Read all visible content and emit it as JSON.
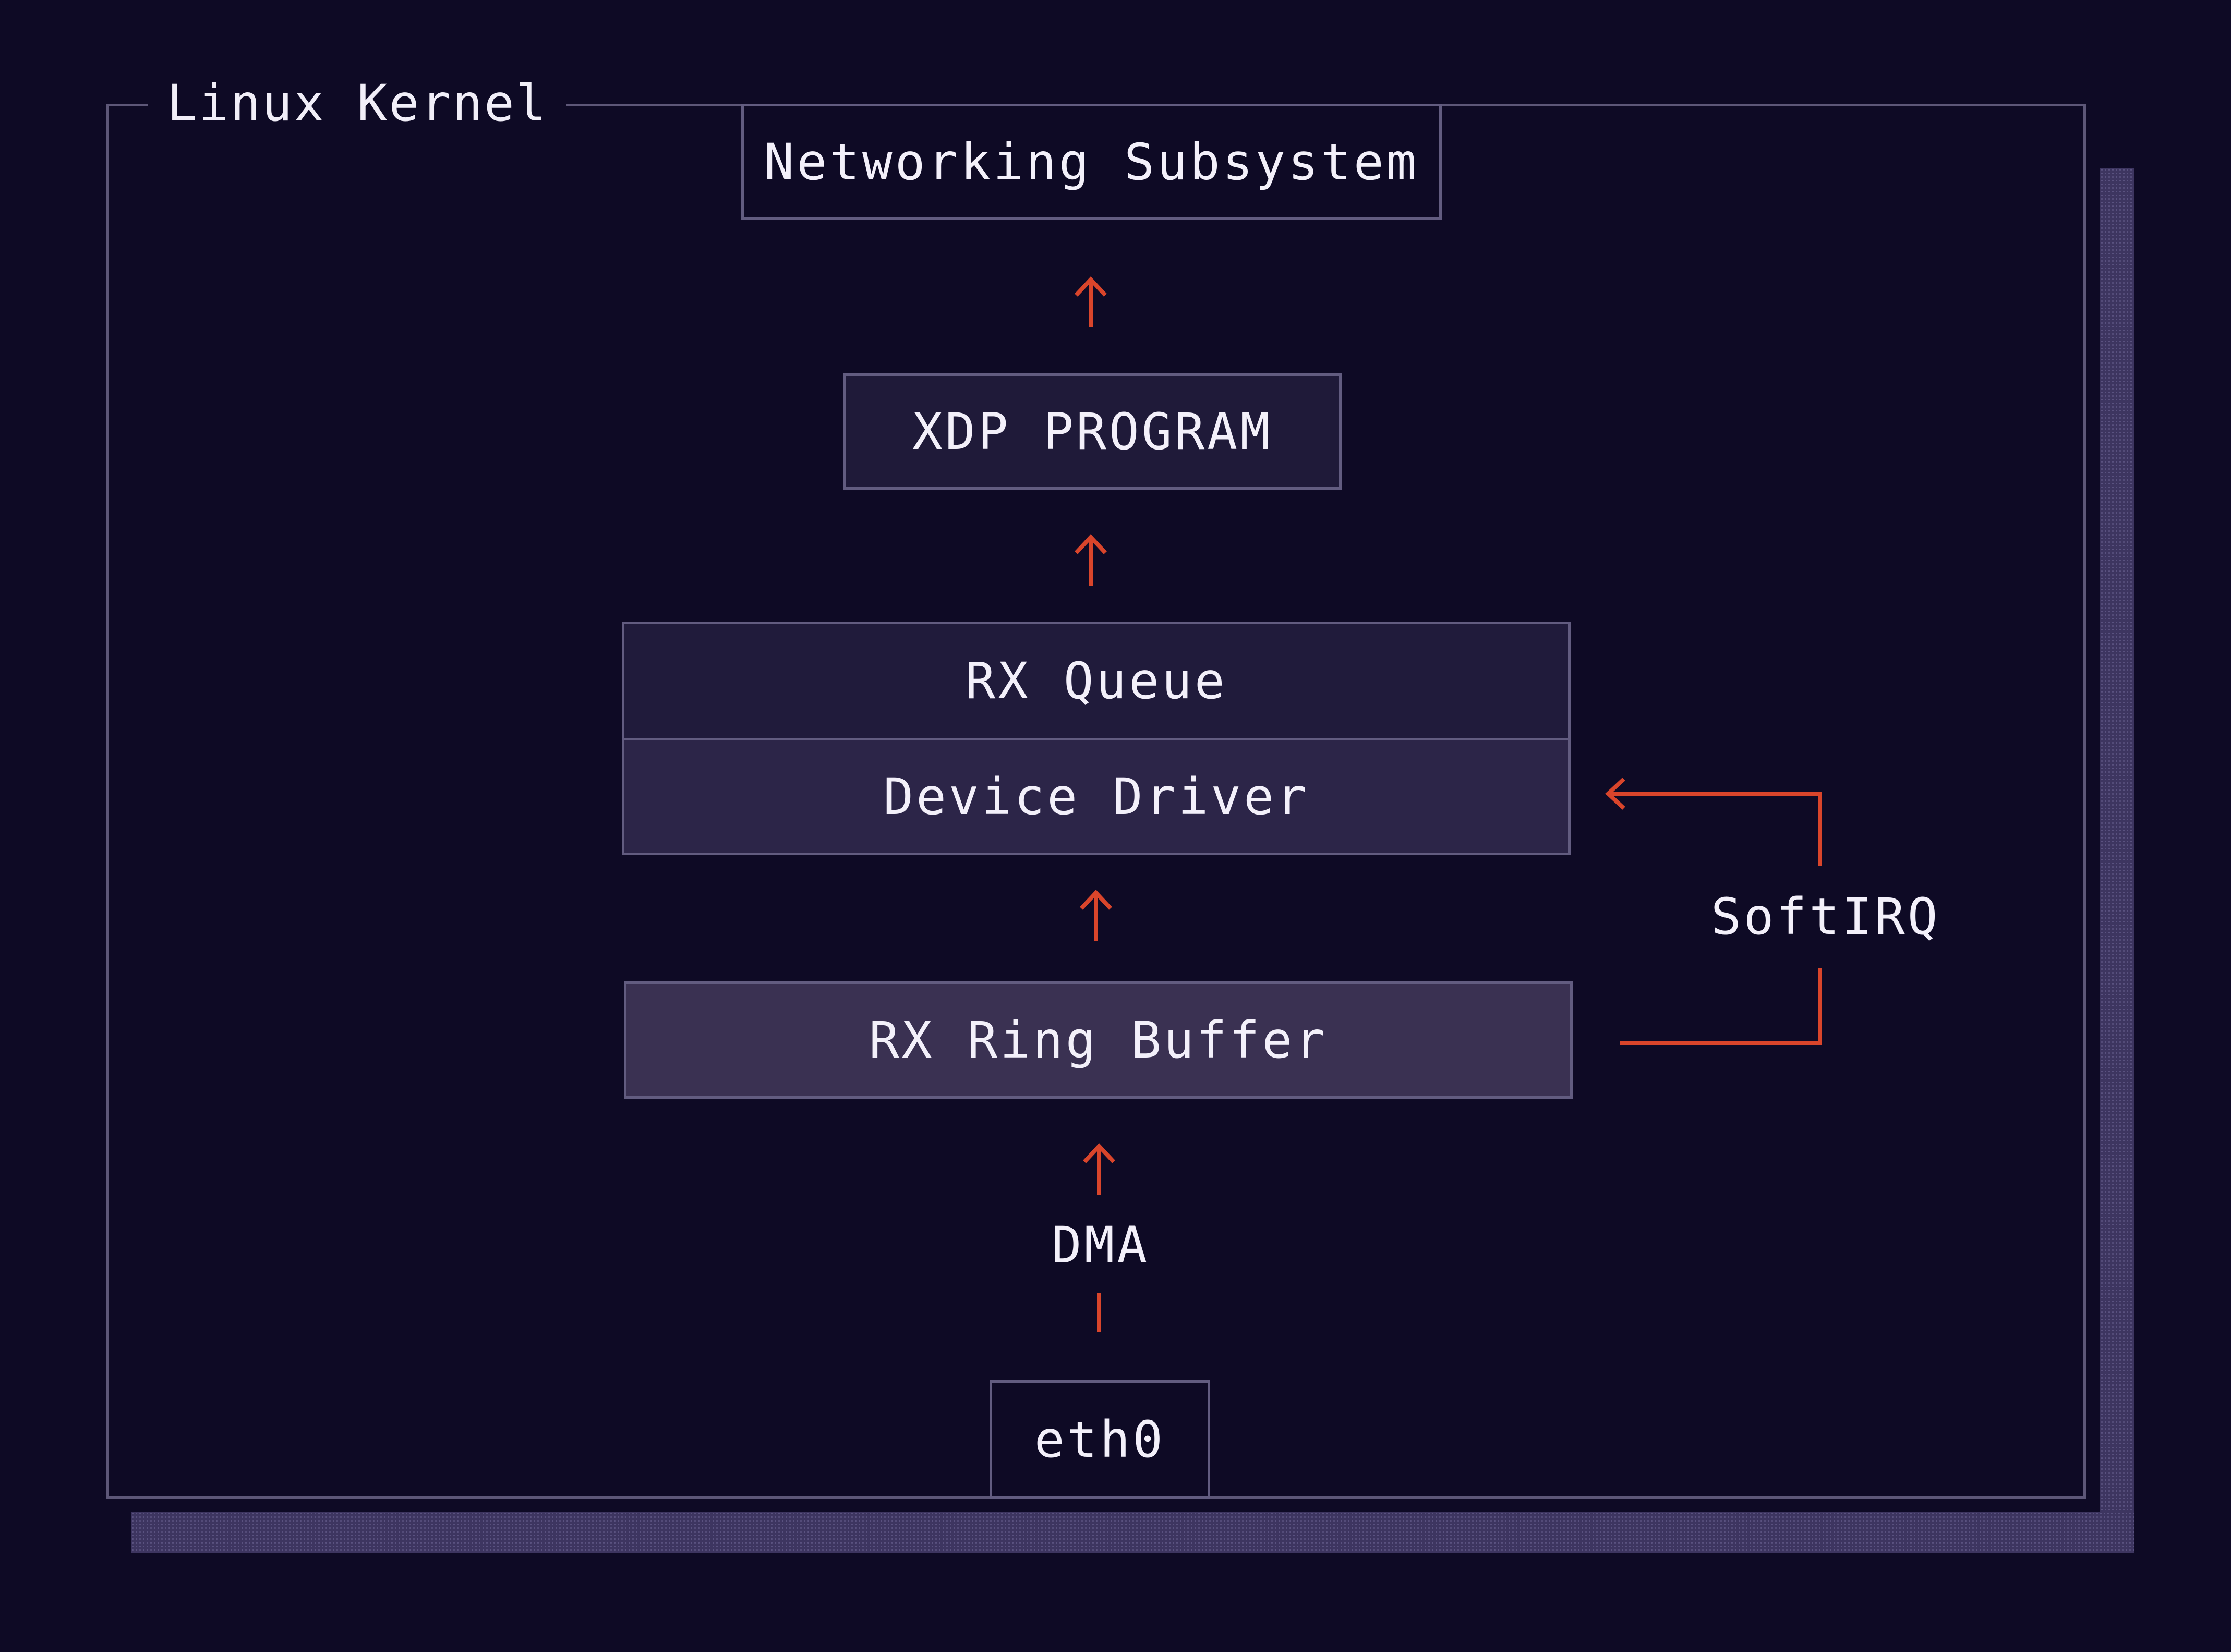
{
  "kernel": {
    "label": "Linux Kernel"
  },
  "boxes": {
    "networking_subsystem": "Networking Subsystem",
    "xdp_program": "XDP PROGRAM",
    "rx_queue": "RX Queue",
    "device_driver": "Device Driver",
    "rx_ring_buffer": "RX Ring Buffer",
    "eth0": "eth0"
  },
  "labels": {
    "dma": "DMA",
    "softirq": "SoftIRQ"
  },
  "colors": {
    "background": "#0e0a25",
    "accent_arrow": "#d9452b",
    "frame": "#5d5778"
  }
}
